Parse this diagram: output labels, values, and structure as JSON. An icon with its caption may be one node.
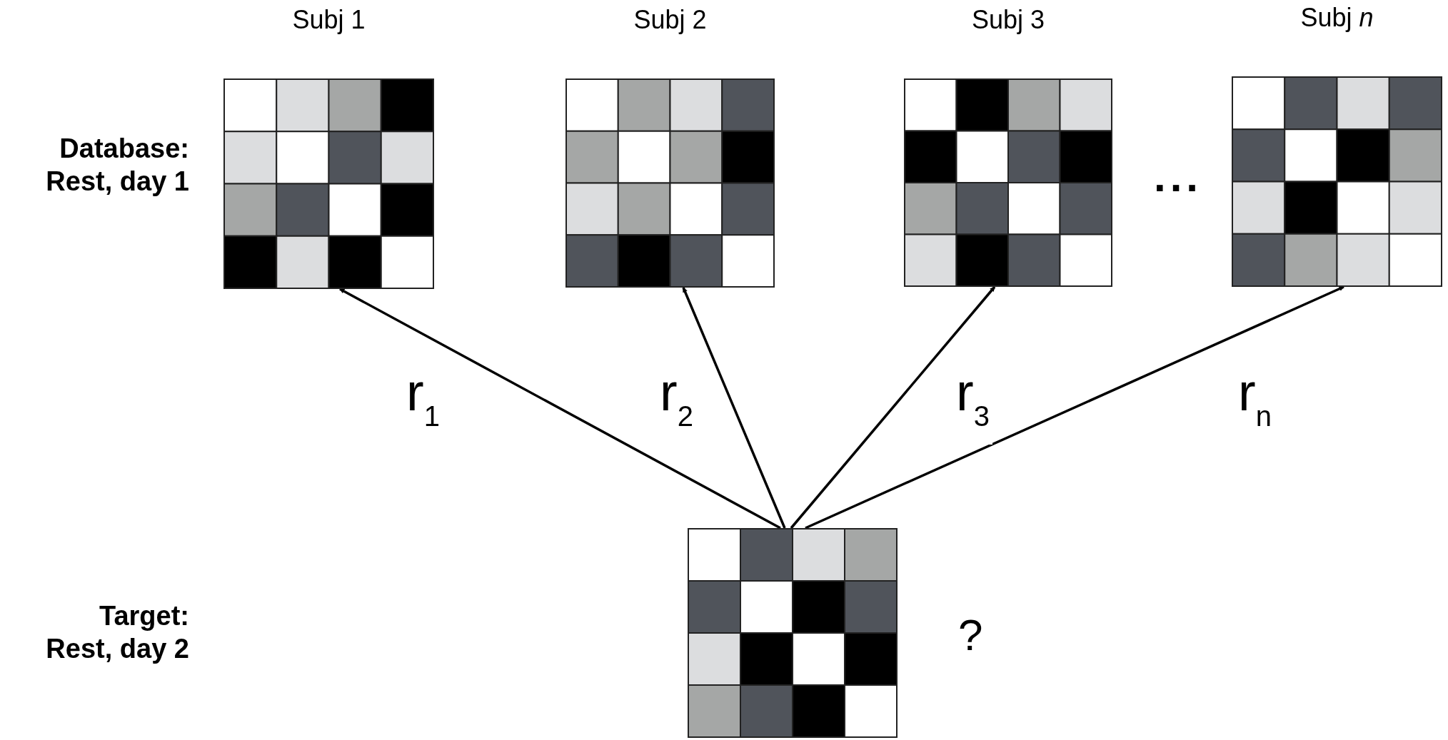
{
  "diagram": {
    "nodes": [
      {
        "text": [
          "Subj 1"
        ]
      },
      {
        "text": [
          "Subj 2"
        ]
      },
      {
        "text": [
          "Subj 3"
        ]
      },
      {
        "text": [
          "Subj *n*"
        ]
      },
      {
        "text": [],
        "shape": "picture",
        "beside": [
          "?"
        ]
      }
    ],
    "edges": [
      {
        "from": 4,
        "to": 0,
        "arrow": "to",
        "label": "r$_{1}$"
      },
      {
        "from": 4,
        "to": 1,
        "arrow": "to",
        "label": "r$_{2}$"
      },
      {
        "from": 4,
        "to": 2,
        "arrow": "to",
        "label": "r$_{3}$"
      },
      {
        "from": 4,
        "to": 3,
        "arrow": "to",
        "label": "r$_{n}$"
      }
    ],
    "labels": [
      "Database: Rest, day 1",
      "...",
      "Target: Rest, day 2"
    ]
  }
}
